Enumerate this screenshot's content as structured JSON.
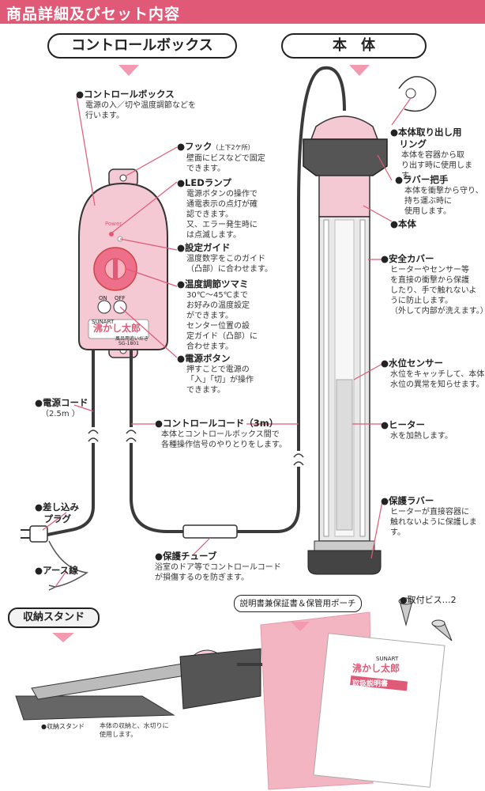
{
  "header": {
    "title": "商品詳細及びセット内容"
  },
  "sections": {
    "control_box": "コントロールボックス",
    "main_body": "本　体"
  },
  "device": {
    "power_label": "Power",
    "on_label": "ON",
    "off_label": "OFF",
    "brand": "SUNART",
    "product_name": "沸かし太郎",
    "model_sub": "風呂用追いだき",
    "model": "SG-1801"
  },
  "labels": {
    "control_box": {
      "title": "●コントロールボックス",
      "desc": "電源の入／切や温度調節などを\n行います。"
    },
    "hook": {
      "title": "●フック",
      "note": "（上下2ケ所）",
      "desc": "壁面にビスなどで固定\nできます。"
    },
    "led": {
      "title": "●LEDランプ",
      "desc": "電源ボタンの操作で\n通電表示の点灯が確\n認できます。\n又、エラー発生時に\nは点滅します。"
    },
    "guide": {
      "title": "●設定ガイド",
      "desc": "温度数字をこのガイド\n（凸部）に合わせます。"
    },
    "knob": {
      "title": "●温度調節ツマミ",
      "desc": "30℃～45℃まで\nお好みの温度設定\nができます。\nセンター位置の設\n定ガイド（凸部）に\n合わせます。"
    },
    "power_button": {
      "title": "●電源ボタン",
      "desc": "押すことで電源の\n「入」「切」が操作\nできます。"
    },
    "power_cord": {
      "title": "●電源コード",
      "length": "（2.5m ）"
    },
    "control_cord": {
      "title": "●コントロールコード（3m）",
      "desc": "本体とコントロールボックス間で\n各種操作信号のやりとりをします。"
    },
    "plug": {
      "title": "●差し込み\n　プラグ"
    },
    "protect_tube": {
      "title": "●保護チューブ",
      "desc": "浴室のドア等でコントロールコード\nが損傷するのを防ぎます。"
    },
    "earth": {
      "title": "●アース線"
    },
    "ring": {
      "title": "●本体取り出し用\n　リング",
      "desc": "本体を容器から取\nり出す時に使用します。"
    },
    "rubber_grip": {
      "title": "●ラバー把手",
      "desc": "本体を衝撃から守り、\n持ち運ぶ時に\n使用します。"
    },
    "body": {
      "title": "●本体"
    },
    "safety_cover": {
      "title": "●安全カバー",
      "desc": "ヒーターやセンサー等\nを直接の衝撃から保護\nしたり、手で触れないよ\nうに防止します。\n（外して内部が洗えます。）"
    },
    "water_sensor": {
      "title": "●水位センサー",
      "desc": "水位をキャッチして、本体\n水位の異常を知らせます。"
    },
    "heater": {
      "title": "●ヒーター",
      "desc": "水を加熱します。"
    },
    "protect_rubber": {
      "title": "●保護ラバー",
      "desc": "ヒーターが直接容器に\n触れないように保護しま\nす。"
    }
  },
  "bottom": {
    "stand_title": "収納スタンド",
    "stand_caption": "●収納スタンド",
    "stand_desc": "本体の収納と、水切りに\n使用します。",
    "docs_title": "説明書兼保証書＆保管用ポーチ",
    "screws_title": "●取付ビス…2",
    "manual_brand": "SUNART",
    "manual_product": "沸かし太郎",
    "manual_title": "取扱説明書"
  },
  "colors": {
    "header": "#e05a77",
    "pink_light": "#f4c9d4",
    "pink_mid": "#f29bb0",
    "knob": "#ee6f8a",
    "cord": "#3a3a3a"
  }
}
